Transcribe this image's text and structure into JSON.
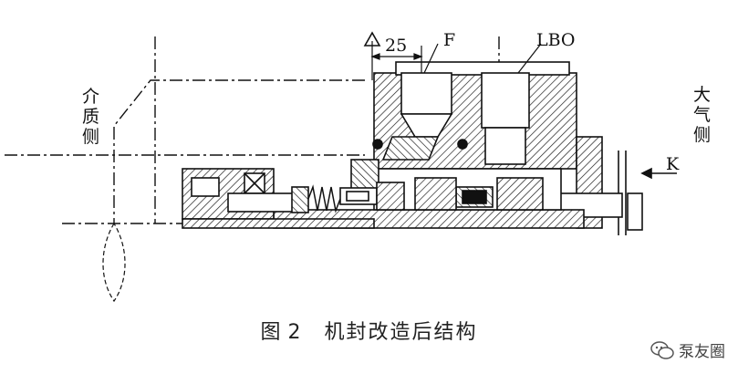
{
  "labels": {
    "medium_side": "介质侧",
    "atmosphere_side": "大气侧",
    "dimension": "25",
    "f": "F",
    "lbo": "LBO",
    "k": "K"
  },
  "caption": {
    "figure": "图",
    "number": "2",
    "title": "机封改造后结构"
  },
  "watermark": {
    "text": "泵友圈",
    "icon": "wechat-icon"
  },
  "colors": {
    "line": "#111111"
  }
}
